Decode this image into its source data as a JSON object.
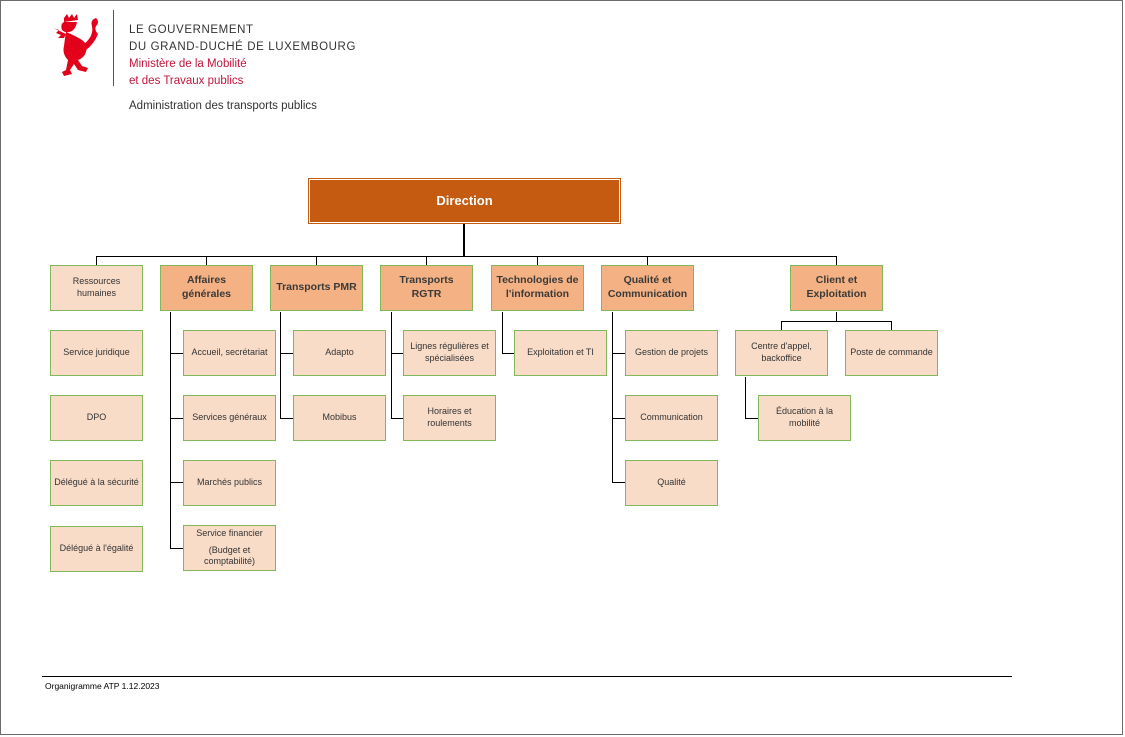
{
  "header": {
    "gov_line1": "LE GOUVERNEMENT",
    "gov_line2": "DU GRAND-DUCHÉ DE LUXEMBOURG",
    "ministry_line1": "Ministère de la Mobilité",
    "ministry_line2": "et des Travaux publics",
    "administration": "Administration des transports publics",
    "logo_icon": "red-lion-icon",
    "ministry_color": "#c0163c"
  },
  "org": {
    "direction": "Direction",
    "staff": [
      "Ressources humaines",
      "Service  juridique",
      "DPO",
      "Délégué à la sécurité",
      "Délégué à l'égalité"
    ],
    "affaires": {
      "title": "Affaires générales",
      "items": [
        "Accueil, secrétariat",
        "Services généraux",
        "Marchés publics"
      ],
      "financier_line1": "Service financier",
      "financier_line2": "(Budget et comptabilité)"
    },
    "pmr": {
      "title": "Transports PMR",
      "items": [
        "Adapto",
        "Mobibus"
      ]
    },
    "rgtr": {
      "title": "Transports RGTR",
      "items": [
        "Lignes régulières et spécialisées",
        "Horaires et roulements"
      ]
    },
    "ti": {
      "title": "Technologies de l'information",
      "items": [
        "Exploitation et TI"
      ]
    },
    "qualite": {
      "title": "Qualité et Communication",
      "items": [
        "Gestion de projets",
        "Communication",
        "Qualité"
      ]
    },
    "client": {
      "title": "Client et Exploitation",
      "items": [
        "Centre d'appel, backoffice",
        "Poste de commande"
      ],
      "sub": "Éducation à la mobilité"
    }
  },
  "colors": {
    "direction": "#c55a11",
    "dept": "#f4b183",
    "unit": "#f9dcc8",
    "border": "#80b85a"
  },
  "footer": {
    "text": "Organigramme ATP 1.12.2023"
  }
}
